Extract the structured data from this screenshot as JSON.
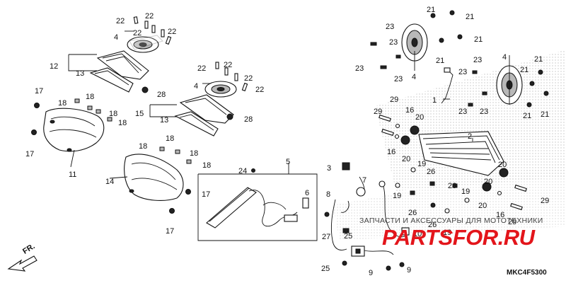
{
  "diagram": {
    "code": "MKC4F5300",
    "direction_label": "FR."
  },
  "watermark": {
    "text": "ЗАПЧАСТИ И АКСЕССУАРЫ ДЛЯ МОТОТЕХНИКИ",
    "logo": "PARTSFOR.RU",
    "logo_color": "#e3151b"
  },
  "callouts": [
    {
      "id": "c1",
      "text": "22"
    },
    {
      "id": "c2",
      "text": "22"
    },
    {
      "id": "c3",
      "text": "22"
    },
    {
      "id": "c4",
      "text": "4"
    },
    {
      "id": "c5",
      "text": "22"
    },
    {
      "id": "c6",
      "text": "12"
    },
    {
      "id": "c7",
      "text": "13"
    },
    {
      "id": "c8",
      "text": "28"
    },
    {
      "id": "c9",
      "text": "17"
    },
    {
      "id": "c10",
      "text": "18"
    },
    {
      "id": "c11",
      "text": "18"
    },
    {
      "id": "c12",
      "text": "18"
    },
    {
      "id": "c13",
      "text": "18"
    },
    {
      "id": "c14",
      "text": "17"
    },
    {
      "id": "c15",
      "text": "11"
    },
    {
      "id": "c16",
      "text": "22"
    },
    {
      "id": "c17",
      "text": "22"
    },
    {
      "id": "c18",
      "text": "22"
    },
    {
      "id": "c19",
      "text": "4"
    },
    {
      "id": "c20",
      "text": "22"
    },
    {
      "id": "c21",
      "text": "15"
    },
    {
      "id": "c22",
      "text": "13"
    },
    {
      "id": "c23",
      "text": "28"
    },
    {
      "id": "c24",
      "text": "18"
    },
    {
      "id": "c25",
      "text": "18"
    },
    {
      "id": "c26",
      "text": "18"
    },
    {
      "id": "c27",
      "text": "18"
    },
    {
      "id": "c28",
      "text": "14"
    },
    {
      "id": "c29",
      "text": "17"
    },
    {
      "id": "c30",
      "text": "17"
    },
    {
      "id": "c31",
      "text": "24"
    },
    {
      "id": "c32",
      "text": "5"
    },
    {
      "id": "c33",
      "text": "6"
    },
    {
      "id": "c34",
      "text": "3"
    },
    {
      "id": "c35",
      "text": "7"
    },
    {
      "id": "c36",
      "text": "8"
    },
    {
      "id": "c37",
      "text": "27"
    },
    {
      "id": "c38",
      "text": "25"
    },
    {
      "id": "c39",
      "text": "25"
    },
    {
      "id": "c40",
      "text": "10"
    },
    {
      "id": "c41",
      "text": "9"
    },
    {
      "id": "c42",
      "text": "9"
    },
    {
      "id": "c43",
      "text": "23"
    },
    {
      "id": "c44",
      "text": "23"
    },
    {
      "id": "c45",
      "text": "23"
    },
    {
      "id": "c46",
      "text": "4"
    },
    {
      "id": "c47",
      "text": "23"
    },
    {
      "id": "c48",
      "text": "21"
    },
    {
      "id": "c49",
      "text": "21"
    },
    {
      "id": "c50",
      "text": "21"
    },
    {
      "id": "c51",
      "text": "21"
    },
    {
      "id": "c52",
      "text": "1"
    },
    {
      "id": "c53",
      "text": "23"
    },
    {
      "id": "c54",
      "text": "23"
    },
    {
      "id": "c55",
      "text": "23"
    },
    {
      "id": "c56",
      "text": "23"
    },
    {
      "id": "c57",
      "text": "4"
    },
    {
      "id": "c58",
      "text": "21"
    },
    {
      "id": "c59",
      "text": "21"
    },
    {
      "id": "c60",
      "text": "21"
    },
    {
      "id": "c61",
      "text": "21"
    },
    {
      "id": "c62",
      "text": "29"
    },
    {
      "id": "c63",
      "text": "29"
    },
    {
      "id": "c64",
      "text": "16"
    },
    {
      "id": "c65",
      "text": "20"
    },
    {
      "id": "c66",
      "text": "2"
    },
    {
      "id": "c67",
      "text": "16"
    },
    {
      "id": "c68",
      "text": "20"
    },
    {
      "id": "c69",
      "text": "19"
    },
    {
      "id": "c70",
      "text": "26"
    },
    {
      "id": "c71",
      "text": "19"
    },
    {
      "id": "c72",
      "text": "26"
    },
    {
      "id": "c73",
      "text": "26"
    },
    {
      "id": "c74",
      "text": "26"
    },
    {
      "id": "c75",
      "text": "19"
    },
    {
      "id": "c76",
      "text": "20"
    },
    {
      "id": "c77",
      "text": "20"
    },
    {
      "id": "c78",
      "text": "16"
    },
    {
      "id": "c79",
      "text": "29"
    },
    {
      "id": "c80",
      "text": "29"
    },
    {
      "id": "c81",
      "text": "19"
    },
    {
      "id": "c82",
      "text": "20"
    }
  ]
}
